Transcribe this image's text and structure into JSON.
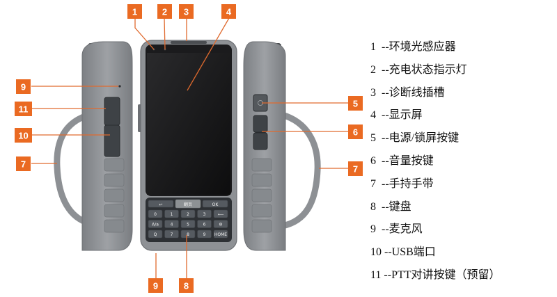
{
  "legend": [
    {
      "num": "1",
      "text": "--环境光感应器"
    },
    {
      "num": "2",
      "text": "--充电状态指示灯"
    },
    {
      "num": "3",
      "text": "--诊断线插槽"
    },
    {
      "num": "4",
      "text": "--显示屏"
    },
    {
      "num": "5",
      "text": "--电源/锁屏按键"
    },
    {
      "num": "6",
      "text": "--音量按键"
    },
    {
      "num": "7",
      "text": "--手持手带"
    },
    {
      "num": "8",
      "text": "--键盘"
    },
    {
      "num": "9",
      "text": "--麦克风"
    },
    {
      "num": "10",
      "text": "--USB端口"
    },
    {
      "num": "11",
      "text": "--PTT对讲按键（预留）"
    }
  ],
  "callouts": {
    "c1": "1",
    "c2": "2",
    "c3": "3",
    "c4": "4",
    "c5": "5",
    "c6": "6",
    "c7_left": "7",
    "c7_right": "7",
    "c8": "8",
    "c9_top": "9",
    "c9_bottom": "9",
    "c10": "10",
    "c11": "11"
  },
  "keypad": {
    "top_left": "↩",
    "top_mid": "翻页",
    "top_right": "OK",
    "rows": [
      [
        "0",
        "1",
        "2",
        "3",
        "⟵"
      ],
      [
        "A/a",
        "4",
        "5",
        "6",
        "⚙"
      ],
      [
        "Q",
        "7",
        "8",
        "9",
        "HOME"
      ]
    ]
  },
  "colors": {
    "callout": "#ea6a22",
    "housing": "#8f9296",
    "screen": "#141414"
  }
}
